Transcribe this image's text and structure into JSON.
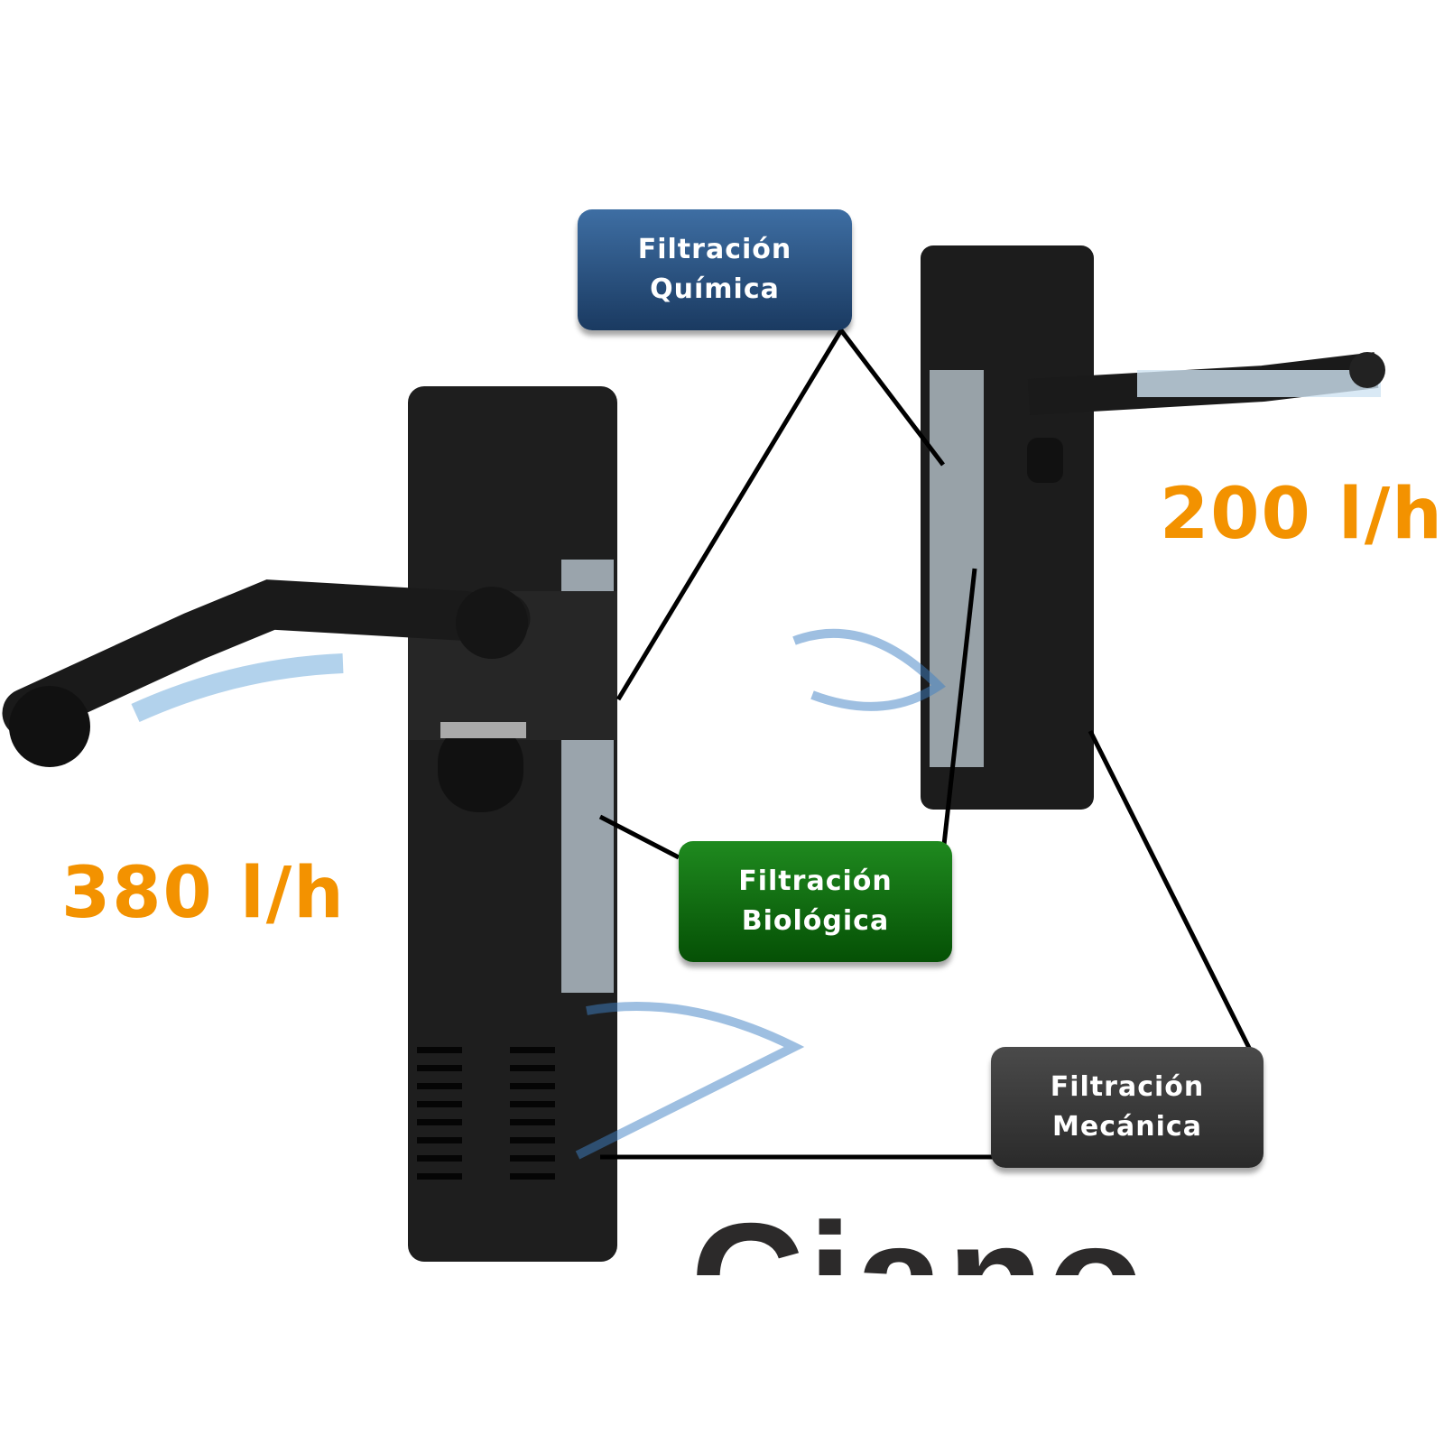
{
  "labels": {
    "chemical": {
      "line1": "Filtración",
      "line2": "Química"
    },
    "biological": {
      "line1": "Filtración",
      "line2": "Biológica"
    },
    "mechanical": {
      "line1": "Filtración",
      "line2": "Mecánica"
    }
  },
  "flow_rates": {
    "large": "380 l/h",
    "small": "200 l/h"
  },
  "brand": "Ciano",
  "colors": {
    "accent": "#f39200",
    "chemical": "#2a5185",
    "biological": "#0f700f",
    "mechanical": "#3a3a3a"
  }
}
